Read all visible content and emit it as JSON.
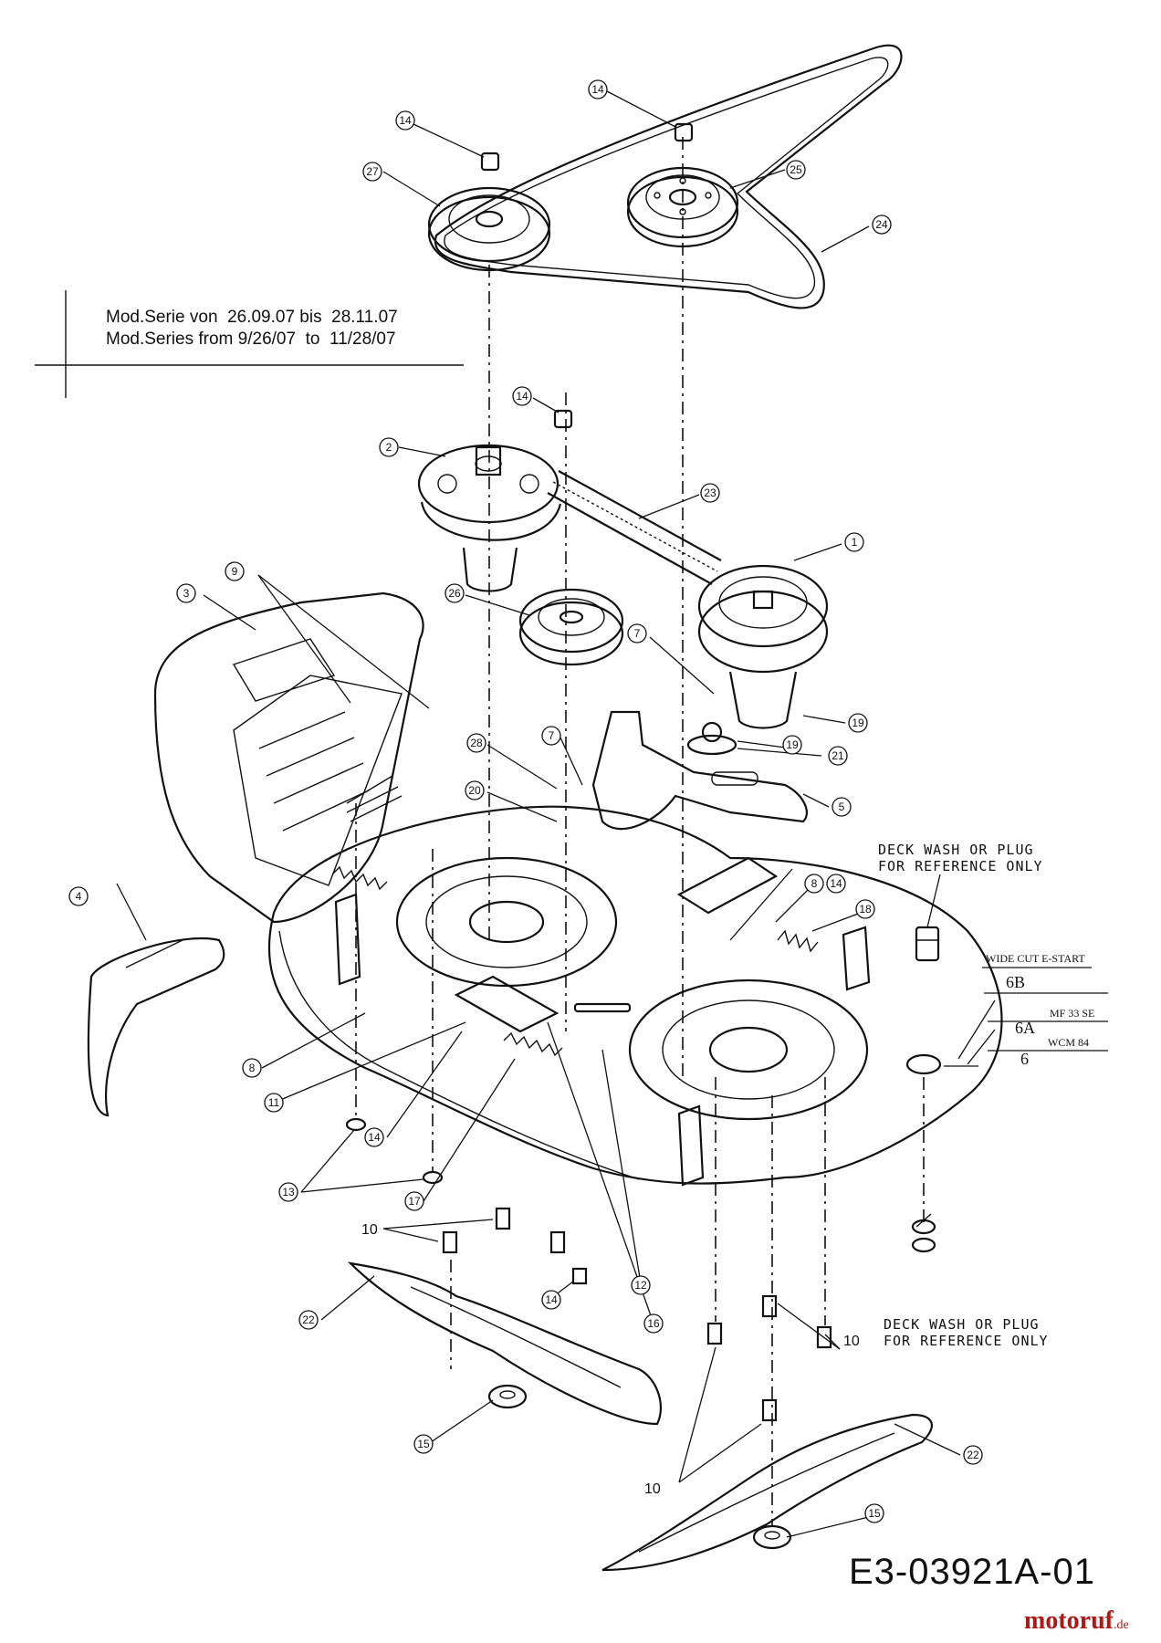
{
  "header": {
    "model_series_de": "Mod.Serie von  26.09.07 bis  28.11.07",
    "model_series_en": "Mod.Series from 9/26/07  to  11/28/07"
  },
  "drawing_number": "E3-03921A-01",
  "watermark": {
    "brand": "motoruf",
    "suffix": ".de"
  },
  "notes": {
    "deck_wash_top": {
      "line1": "DECK WASH OR PLUG",
      "line2": "FOR REFERENCE ONLY"
    },
    "deck_wash_bottom": {
      "line1": "DECK WASH OR PLUG",
      "line2": "FOR REFERENCE ONLY"
    }
  },
  "variants": {
    "heading": "WIDE CUT E-START",
    "items": [
      {
        "code": "6B",
        "name": ""
      },
      {
        "code": "6A",
        "name": "MF 33 SE"
      },
      {
        "code": "6",
        "name": "WCM 84"
      }
    ]
  },
  "callouts": [
    {
      "num": "14"
    },
    {
      "num": "14"
    },
    {
      "num": "27"
    },
    {
      "num": "25"
    },
    {
      "num": "24"
    },
    {
      "num": "14"
    },
    {
      "num": "2"
    },
    {
      "num": "23"
    },
    {
      "num": "1"
    },
    {
      "num": "9"
    },
    {
      "num": "3"
    },
    {
      "num": "26"
    },
    {
      "num": "7"
    },
    {
      "num": "19"
    },
    {
      "num": "19"
    },
    {
      "num": "21"
    },
    {
      "num": "28"
    },
    {
      "num": "7"
    },
    {
      "num": "20"
    },
    {
      "num": "5"
    },
    {
      "num": "8"
    },
    {
      "num": "14"
    },
    {
      "num": "18"
    },
    {
      "num": "4"
    },
    {
      "num": "8"
    },
    {
      "num": "11"
    },
    {
      "num": "14"
    },
    {
      "num": "13"
    },
    {
      "num": "17"
    },
    {
      "num": "12"
    },
    {
      "num": "14"
    },
    {
      "num": "16"
    },
    {
      "num": "22"
    },
    {
      "num": "15"
    },
    {
      "num": "22"
    },
    {
      "num": "15"
    }
  ],
  "plain_labels": [
    "10",
    "10",
    "10"
  ]
}
